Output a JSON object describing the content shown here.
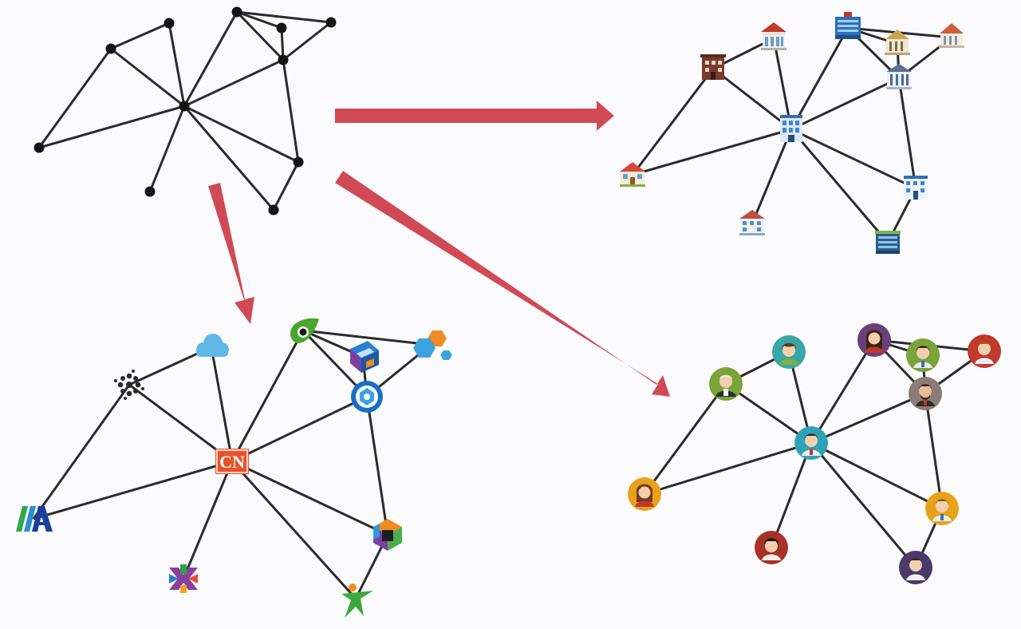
{
  "colors": {
    "background": "#fbfbfd",
    "edge": "#2b2b2b",
    "arrow": "#d04a55",
    "node_black": "#141414",
    "avatar_rings": [
      "#e8a21a",
      "#7aa33a",
      "#3aa6a6",
      "#6a3f7a",
      "#c0392b",
      "#8a7d78",
      "#2fa3b5"
    ]
  },
  "hub_logo": {
    "text": "CN",
    "color": "#e8542a"
  },
  "diagrams": [
    {
      "name": "abstract-network",
      "node_style": "black-dots"
    },
    {
      "name": "building-network",
      "node_style": "building-icons"
    },
    {
      "name": "logo-network",
      "node_style": "company-logos"
    },
    {
      "name": "people-network",
      "node_style": "person-avatars"
    }
  ],
  "arrows": [
    {
      "name": "arrow-to-buildings",
      "direction": "right"
    },
    {
      "name": "arrow-to-logos",
      "direction": "down"
    },
    {
      "name": "arrow-to-people",
      "direction": "down-right"
    }
  ],
  "icon_names": {
    "buildings": [
      "brick-building-icon",
      "bank-icon",
      "office-tower-icon",
      "courthouse-icon",
      "museum-icon",
      "city-hall-icon",
      "central-office-icon",
      "school-icon",
      "apartment-icon",
      "hospital-icon",
      "warehouse-icon"
    ],
    "logos": [
      "dots-flower-logo-icon",
      "cloud-logo-icon",
      "green-pin-logo-icon",
      "blue-cube-logo-icon",
      "hexagon-logo-icon",
      "blue-ring-logo-icon",
      "cn-logo-icon",
      "stripes-logo-icon",
      "cube-logo-icon",
      "x-cross-logo-icon",
      "green-figure-logo-icon"
    ],
    "people": [
      "man-green-avatar-icon",
      "woman-teal-avatar-icon",
      "woman-purple-avatar-icon",
      "man-green2-avatar-icon",
      "man-red-avatar-icon",
      "man-gray-avatar-icon",
      "man-center-avatar-icon",
      "woman-orange-avatar-icon",
      "man-orange-avatar-icon",
      "person-red-avatar-icon",
      "man-purple-avatar-icon"
    ]
  }
}
